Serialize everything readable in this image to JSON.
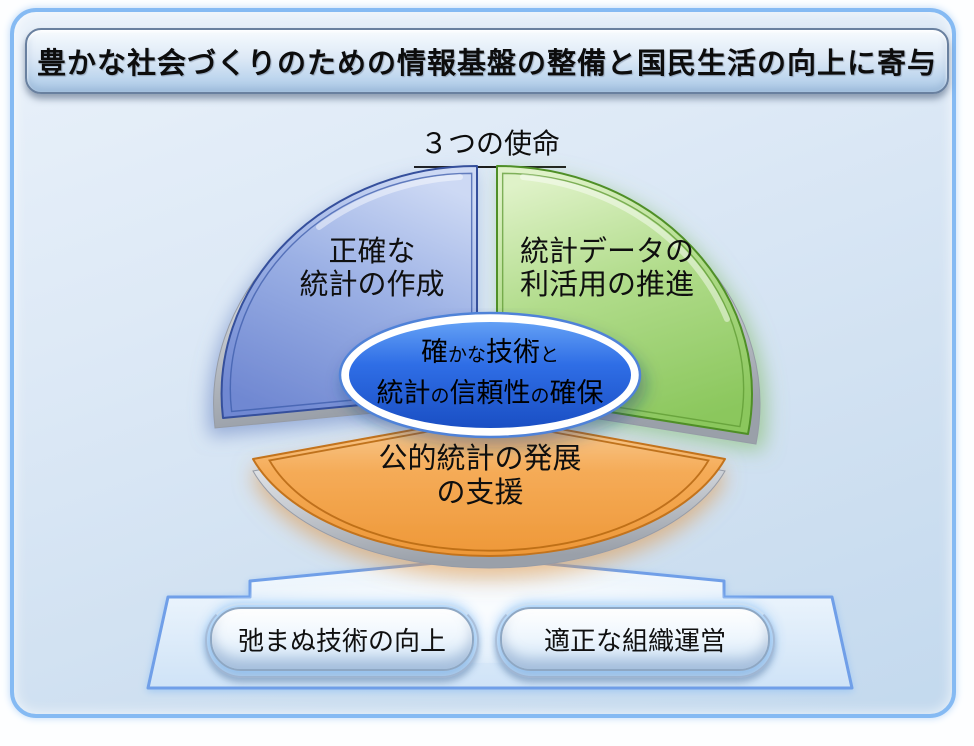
{
  "banner": {
    "title": "豊かな社会づくりのための情報基盤の整備と国民生活の向上に寄与"
  },
  "heading": {
    "text": "３つの使命"
  },
  "missions": {
    "blue": {
      "label_line1": "正確な",
      "label_line2": "統計の作成",
      "color": "#7690d6"
    },
    "green": {
      "label_line1": "統計データの",
      "label_line2": "利活用の推進",
      "color": "#8bc75d"
    },
    "orange": {
      "label_line1": "公的統計の発展",
      "label_line2": "の支援",
      "color": "#f0a44b"
    }
  },
  "center_ellipse": {
    "line1_parts": [
      "確",
      "かな",
      "技術",
      "と"
    ],
    "line2_parts": [
      "統計",
      "の",
      "信頼性",
      "の",
      "確保"
    ],
    "fill_color": "#2f6ee6",
    "border_color": "#ffffff"
  },
  "foundation": {
    "buttons": [
      {
        "label": "弛まぬ技術の向上"
      },
      {
        "label": "適正な組織運営"
      }
    ]
  },
  "frame": {
    "accent_color": "#85baf3"
  }
}
